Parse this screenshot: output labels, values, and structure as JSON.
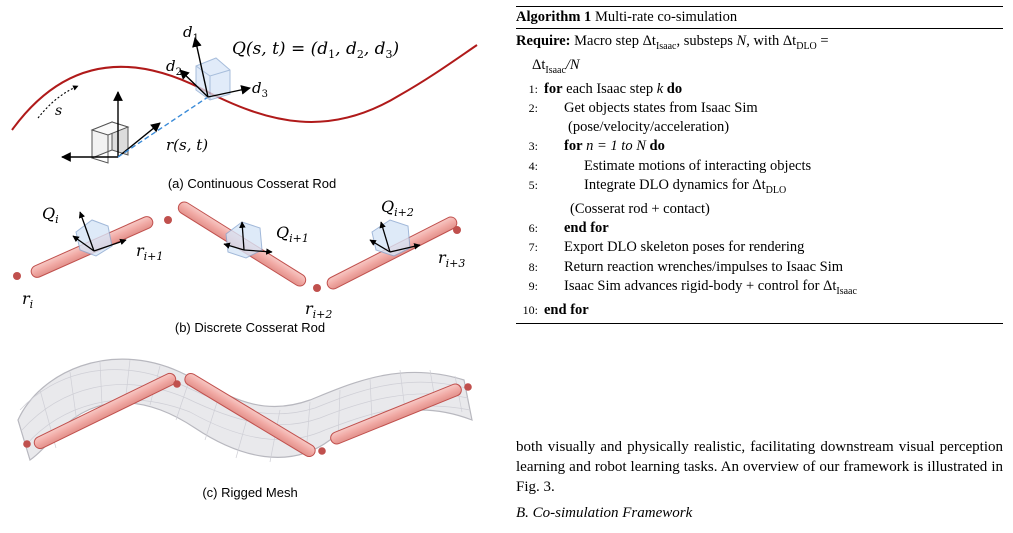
{
  "figure": {
    "caption_a": "(a) Continuous Cosserat Rod",
    "caption_b": "(b) Discrete Cosserat Rod",
    "caption_c": "(c) Rigged Mesh",
    "label_s": "s",
    "label_Q": "Q(s, t) = (d",
    "label_d1": "d",
    "label_d2": "d",
    "label_d3": "d",
    "label_r": "r(s, t)",
    "label_Qi": "Q",
    "label_ri": "r",
    "sub_1": "1",
    "sub_2": "2",
    "sub_3": "3",
    "sub_i": "i",
    "sub_i1": "i+1",
    "sub_i2": "i+2",
    "sub_i3": "i+3",
    "colors": {
      "rod_curve": "#b01a1a",
      "segment_fill": "#f2b2ae",
      "segment_stroke": "#c0504d",
      "node": "#c0504d",
      "dashed": "#3a8bd8",
      "frame_box": "#a9c4ea"
    }
  },
  "algorithm": {
    "title_bold": "Algorithm 1",
    "title_text": "Multi-rate co-simulation",
    "require_label": "Require:",
    "require_text": "Macro step Δt",
    "require_sub1": "Isaac",
    "require_text2": ", substeps ",
    "require_N": "N",
    "require_text3": ", with Δt",
    "require_sub2": "DLO",
    "require_text4": " =",
    "require_line2": "Δt",
    "require_sub3": "Isaac",
    "require_line2b": "/N",
    "lines": [
      {
        "no": "1:",
        "kw1": "for",
        "text": " each Isaac step ",
        "var": "k",
        "kw2": " do"
      },
      {
        "no": "2:",
        "text": "Get objects states from Isaac Sim"
      },
      {
        "no": "",
        "text": "(pose/velocity/acceleration)"
      },
      {
        "no": "3:",
        "kw1": "for",
        "text": " n = 1 to N ",
        "kw2": "do"
      },
      {
        "no": "4:",
        "text": "Estimate motions of interacting objects"
      },
      {
        "no": "5:",
        "text": "Integrate DLO dynamics for Δt",
        "sub": "DLO"
      },
      {
        "no": "",
        "text": "(Cosserat rod + contact)"
      },
      {
        "no": "6:",
        "kw1": "end for"
      },
      {
        "no": "7:",
        "text": "Export DLO skeleton poses for rendering"
      },
      {
        "no": "8:",
        "text": "Return reaction wrenches/impulses to Isaac Sim"
      },
      {
        "no": "9:",
        "text": "Isaac Sim advances rigid-body + control for Δt",
        "sub": "Isaac"
      },
      {
        "no": "10:",
        "kw1": "end for"
      }
    ]
  },
  "body_text": "both visually and physically realistic, facilitating downstream visual perception learning and robot learning tasks. An overview of our framework is illustrated in Fig. 3.",
  "section_heading": "B. Co-simulation Framework"
}
